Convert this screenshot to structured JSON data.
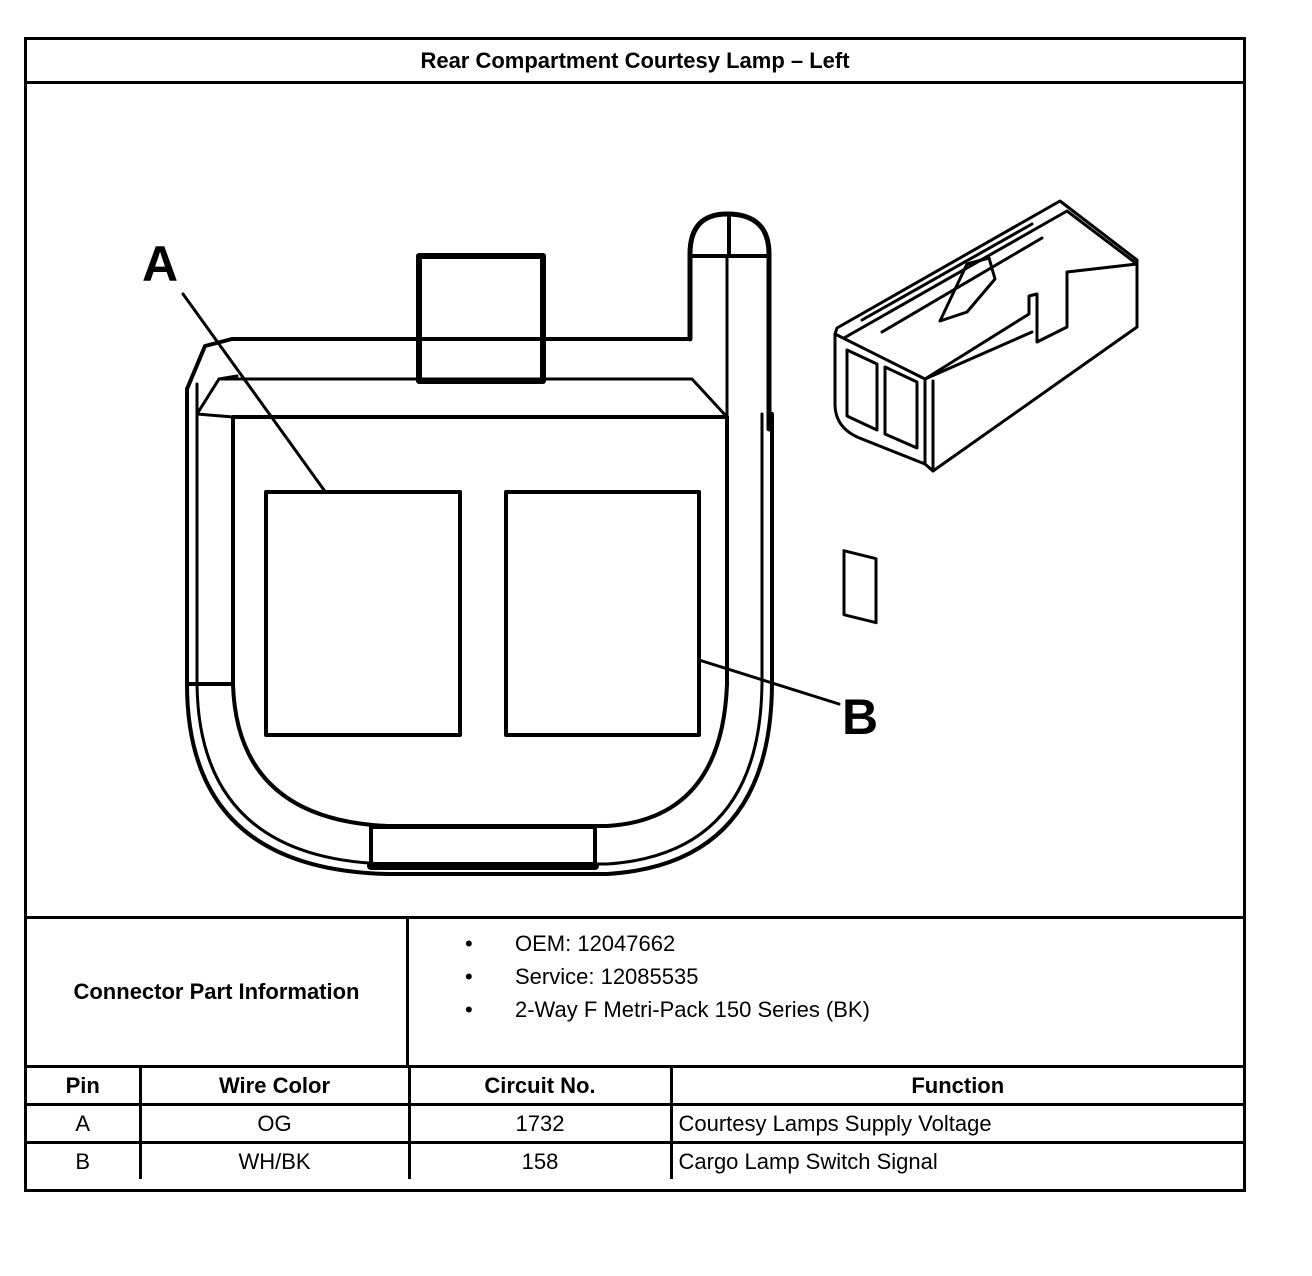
{
  "title": "Rear Compartment Courtesy Lamp – Left",
  "diagram": {
    "callouts": [
      "A",
      "B"
    ]
  },
  "connector_info": {
    "label": "Connector Part Information",
    "items": [
      "OEM: 12047662",
      "Service: 12085535",
      "2-Way F Metri-Pack 150 Series (BK)"
    ]
  },
  "pin_table": {
    "headers": [
      "Pin",
      "Wire Color",
      "Circuit No.",
      "Function"
    ],
    "rows": [
      [
        "A",
        "OG",
        "1732",
        "Courtesy Lamps Supply Voltage"
      ],
      [
        "B",
        "WH/BK",
        "158",
        "Cargo Lamp Switch Signal"
      ]
    ]
  }
}
